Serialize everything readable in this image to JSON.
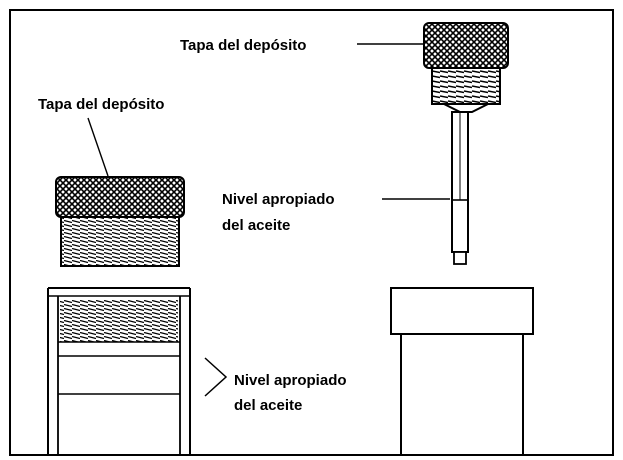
{
  "labels": {
    "top_right_cap": "Tapa del depósito",
    "left_cap": "Tapa del depósito",
    "top_right_level_line1": "Nivel apropiado",
    "top_right_level_line2": "del aceite",
    "bottom_left_level_line1": "Nivel apropiado",
    "bottom_left_level_line2": "del aceite"
  },
  "colors": {
    "ink": "#000000",
    "paper": "#ffffff"
  }
}
